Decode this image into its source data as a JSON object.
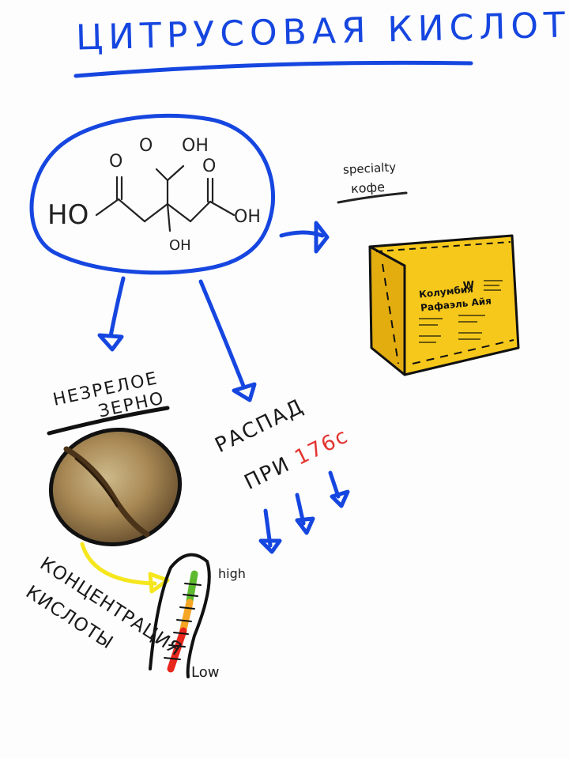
{
  "title": "ЦИТРУСОВАЯ КИСЛОТА",
  "molecule": {
    "groups": [
      "O",
      "O",
      "OH",
      "O",
      "HO",
      "OH",
      "OH"
    ]
  },
  "specialty": {
    "line1": "specialty",
    "line2": "кофе"
  },
  "coffee_bag": {
    "brand_line1": "Колумбия",
    "brand_line2": "Рафаэль Айя",
    "brand_mark": "W"
  },
  "unripe_bean": {
    "line1": "НЕЗРЕЛОЕ",
    "line2": "ЗЕРНО"
  },
  "decay": {
    "line1": "РАСПАД",
    "line2_prefix": "ПРИ ",
    "temperature": "176с"
  },
  "concentration": {
    "line1": "КОНЦЕНТРАЦИЯ",
    "line2": "КИСЛОТЫ"
  },
  "scale": {
    "high": "high",
    "low": "Low"
  },
  "colors": {
    "ink_blue": "#1646e0",
    "bag_yellow": "#f6c81b",
    "arrow_yellow": "#f5e61e",
    "temp_red": "#e3342f",
    "scale_green": "#5dba2f",
    "scale_orange": "#f5a623",
    "scale_red": "#e8261c"
  }
}
